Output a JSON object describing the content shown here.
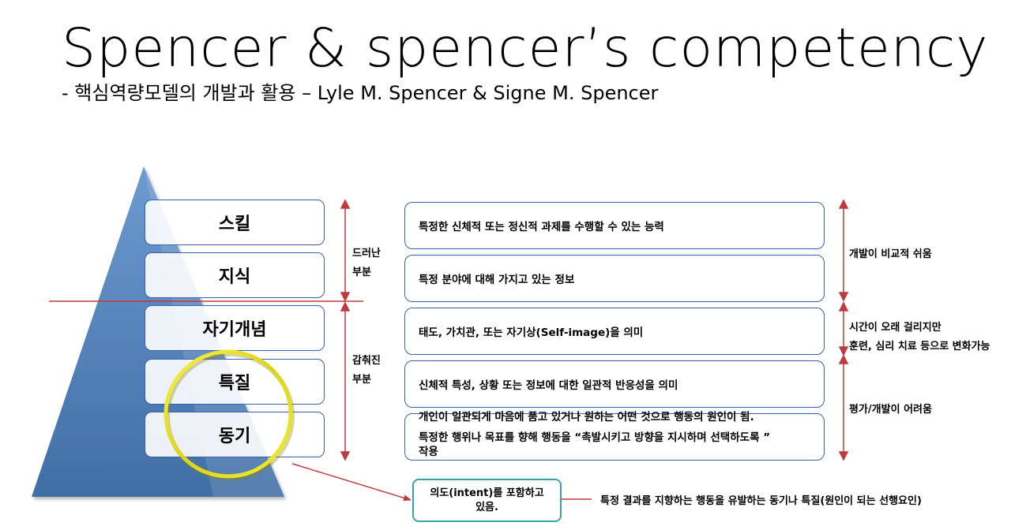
{
  "header": {
    "title": "Spencer & spencer’s competency",
    "subtitle": "- 핵심역량모델의 개발과 활용 – Lyle M. Spencer & Signe M. Spencer"
  },
  "pyramid": {
    "levels": [
      {
        "label": "스킬",
        "description": "특정한 신체적 또는 정신적 과제를 수행할 수 있는 능력"
      },
      {
        "label": "지식",
        "description": "특정 분야에 대해 가지고 있는 정보"
      },
      {
        "label": "자기개념",
        "description": "태도, 가치관, 또는 자기상(Self-image)을 의미"
      },
      {
        "label": "특질",
        "description": "신체적 특성, 상황 또는 정보에 대한 일관적 반응성을 의미"
      },
      {
        "label": "동기",
        "description_line1": "개인이 일관되게 마음에 품고 있거나 원하는 어떤 것으로 행동의 원인이 됨.",
        "description_line2": "특정한 행위나 목표를 향해 행동을 “촉발시키고 방향을 지시하며 선택하도록 ”",
        "description_line3": "작용"
      }
    ],
    "visibility_labels": {
      "visible_line1": "드러난",
      "visible_line2": "부분",
      "hidden_line1": "감춰진",
      "hidden_line2": "부분"
    },
    "development_labels": {
      "easy": "개발이 비교적 쉬움",
      "moderate_line1": "시간이 오래 걸리지만",
      "moderate_line2": "훈련, 심리 치료 등으로 변화가능",
      "hard": "평가/개발이 어려움"
    }
  },
  "callout": {
    "intent_line1": "의도(intent)를 포함하고",
    "intent_line2": "있음.",
    "note": "특정 결과를 지향하는 행동을 유발하는 동기나 특질(원인이 되는 선행요인)"
  },
  "colors": {
    "pyramid_blue": "#4a7ab5",
    "arrow_red": "#c0393b",
    "box_border": "#3a5fb0",
    "highlight_yellow": "#e6e01a",
    "intent_border": "#3aa0aa"
  }
}
